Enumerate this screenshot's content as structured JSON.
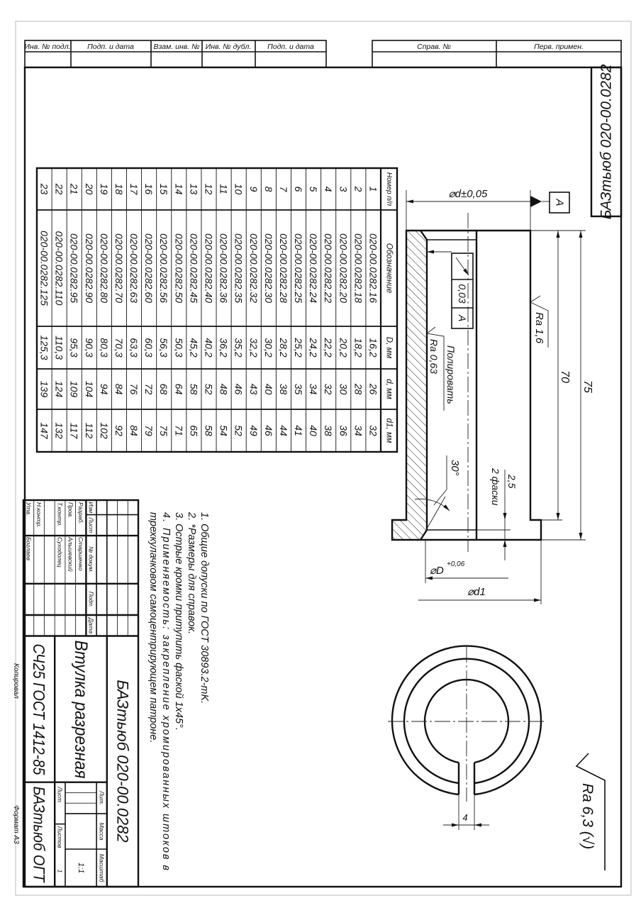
{
  "header_strip": {
    "inv_podl": "Инв. № подл.",
    "podp_data_1": "Подп. и дата",
    "vzam_inv": "Взам. инв. №",
    "inv_dubl": "Инв. № дубл.",
    "podp_data_2": "Подп. и дата",
    "sprav": "Справ. №",
    "perv_primen": "Перв. примен."
  },
  "corner_designation": "БАЗтьюб 020-00.0282",
  "section_view": {
    "dim_d": "⌀d±0,05",
    "datum": "A",
    "tolerance_value": "0,03",
    "tolerance_datum": "A",
    "ra_outer": "Ra 1,6",
    "ra_bore": "Ra 0,63",
    "polish_note": "Полировать",
    "dim_70": "70",
    "dim_75": "75",
    "angle": "30°",
    "chamfer_size": "2,5",
    "chamfer_note": "2 фаски",
    "dim_D": "⌀D",
    "dim_D_tol": "+0,06",
    "dim_d1": "⌀d1"
  },
  "end_view": {
    "slot_width": "4"
  },
  "general_roughness": "Ra 6,3 (√)",
  "table": {
    "headers": [
      "Номер п/п",
      "Обозначение",
      "D, мм",
      "d, мм",
      "d1, мм"
    ],
    "rows": [
      [
        "1",
        "020-00.0282.16",
        "16,2",
        "26",
        "32"
      ],
      [
        "2",
        "020-00.0282.18",
        "18,2",
        "28",
        "34"
      ],
      [
        "3",
        "020-00.0282.20",
        "20,2",
        "30",
        "36"
      ],
      [
        "4",
        "020-00.0282.22",
        "22,2",
        "32",
        "38"
      ],
      [
        "5",
        "020-00.0282.24",
        "24,2",
        "34",
        "40"
      ],
      [
        "6",
        "020-00.0282.25",
        "25,2",
        "35",
        "41"
      ],
      [
        "7",
        "020-00.0282.28",
        "28,2",
        "38",
        "44"
      ],
      [
        "8",
        "020-00.0282.30",
        "30,2",
        "40",
        "46"
      ],
      [
        "9",
        "020-00.0282.32",
        "32,2",
        "43",
        "49"
      ],
      [
        "10",
        "020-00.0282.35",
        "35,2",
        "46",
        "52"
      ],
      [
        "11",
        "020-00.0282.36",
        "36,2",
        "48",
        "54"
      ],
      [
        "12",
        "020-00.0282.40",
        "40,2",
        "52",
        "58"
      ],
      [
        "13",
        "020-00.0282.45",
        "45,2",
        "58",
        "65"
      ],
      [
        "14",
        "020-00.0282.50",
        "50,3",
        "64",
        "71"
      ],
      [
        "15",
        "020-00.0282.56",
        "56,3",
        "68",
        "75"
      ],
      [
        "16",
        "020-00.0282.60",
        "60,3",
        "72",
        "79"
      ],
      [
        "17",
        "020-00.0282.63",
        "63,3",
        "76",
        "84"
      ],
      [
        "18",
        "020-00.0282.70",
        "70,3",
        "84",
        "92"
      ],
      [
        "19",
        "020-00.0282.80",
        "80,3",
        "94",
        "102"
      ],
      [
        "20",
        "020-00.0282.90",
        "90,3",
        "104",
        "112"
      ],
      [
        "21",
        "020-00.0282.95",
        "95,3",
        "109",
        "117"
      ],
      [
        "22",
        "020-00.0282.110",
        "110,3",
        "124",
        "132"
      ],
      [
        "23",
        "020-00.0282.125",
        "125,3",
        "139",
        "147"
      ]
    ]
  },
  "notes": [
    "1. Общие допуски по ГОСТ 30893.2-mK.",
    "2. *Размеры для справок.",
    "3. Острые кромки притупить фаской 1x45°.",
    "4. Применяемость:  закрепление  хромированных  штоков  в",
    "трехкулачковом самоцентрирующем патроне."
  ],
  "title_block": {
    "designation": "БАЗтьюб 020-00.0282",
    "part_name": "Втулка разрезная",
    "material": "СЧ25 ГОСТ 1412-85",
    "organization": "БАЗтьюб ОГТ",
    "col_headers": {
      "izm": "Изм",
      "list": "Лист",
      "n_dokum": "№ докум.",
      "podp": "Подп.",
      "data": "Дата"
    },
    "roles": [
      {
        "role": "Разраб.",
        "name": "Старшенко"
      },
      {
        "role": "Пров.",
        "name": "Альшевский"
      },
      {
        "role": "Т.контр.",
        "name": "Суходолец"
      },
      {
        "role": "Н.контр.",
        "name": ""
      },
      {
        "role": "Утв.",
        "name": "Боглаев"
      }
    ],
    "lit_label": "Лит.",
    "mass_label": "Масса",
    "scale_label": "Масштаб",
    "scale_value": "1:1",
    "sheet_label": "Лист",
    "sheets_label": "Листов",
    "sheets_value": "1"
  },
  "footer": {
    "copied": "Копировал",
    "format": "Формат А3"
  }
}
